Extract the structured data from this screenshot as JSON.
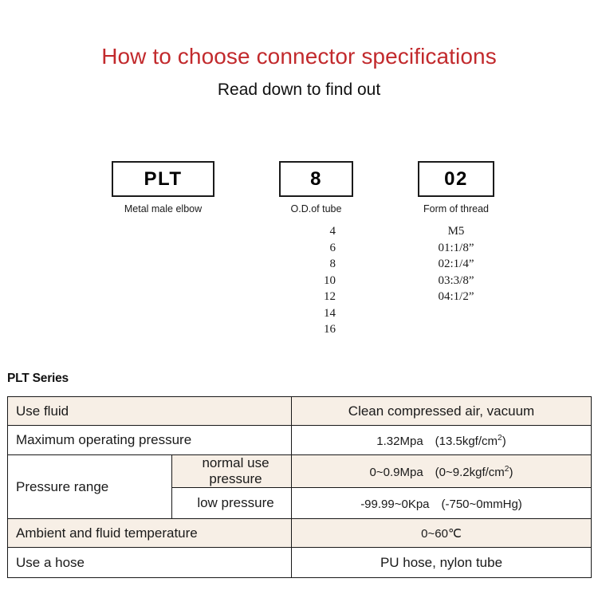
{
  "header": {
    "title": "How to choose connector specifications",
    "subtitle": "Read down to find out",
    "title_color": "#C22A2D"
  },
  "code_breakdown": {
    "columns": [
      {
        "code": "PLT",
        "caption": "Metal male elbow",
        "options": []
      },
      {
        "code": "8",
        "caption": "O.D.of tube",
        "options": [
          "4",
          "6",
          "8",
          "10",
          "12",
          "14",
          "16"
        ]
      },
      {
        "code": "02",
        "caption": "Form of thread",
        "options": [
          "M5",
          "01:1/8”",
          "02:1/4”",
          "03:3/8”",
          "04:1/2”"
        ]
      }
    ]
  },
  "spec_section": {
    "heading": "PLT Series",
    "accent_fill": "#F7EFE6",
    "rows": [
      {
        "label": "Use fluid",
        "value": "Clean compressed air, vacuum"
      },
      {
        "label": "Maximum operating pressure",
        "value_prefix": "1.32Mpa　(13.5kgf/cm",
        "value_sup": "2",
        "value_suffix": ")"
      },
      {
        "label": "Pressure range",
        "sub_label": "normal use pressure",
        "value_prefix": "0~0.9Mpa　(0~9.2kgf/cm",
        "value_sup": "2",
        "value_suffix": ")"
      },
      {
        "sub_label": "low pressure",
        "value": "-99.99~0Kpa　(-750~0mmHg)"
      },
      {
        "label": "Ambient and fluid temperature",
        "value": "0~60℃"
      },
      {
        "label": "Use a hose",
        "value": "PU hose, nylon tube"
      }
    ]
  }
}
